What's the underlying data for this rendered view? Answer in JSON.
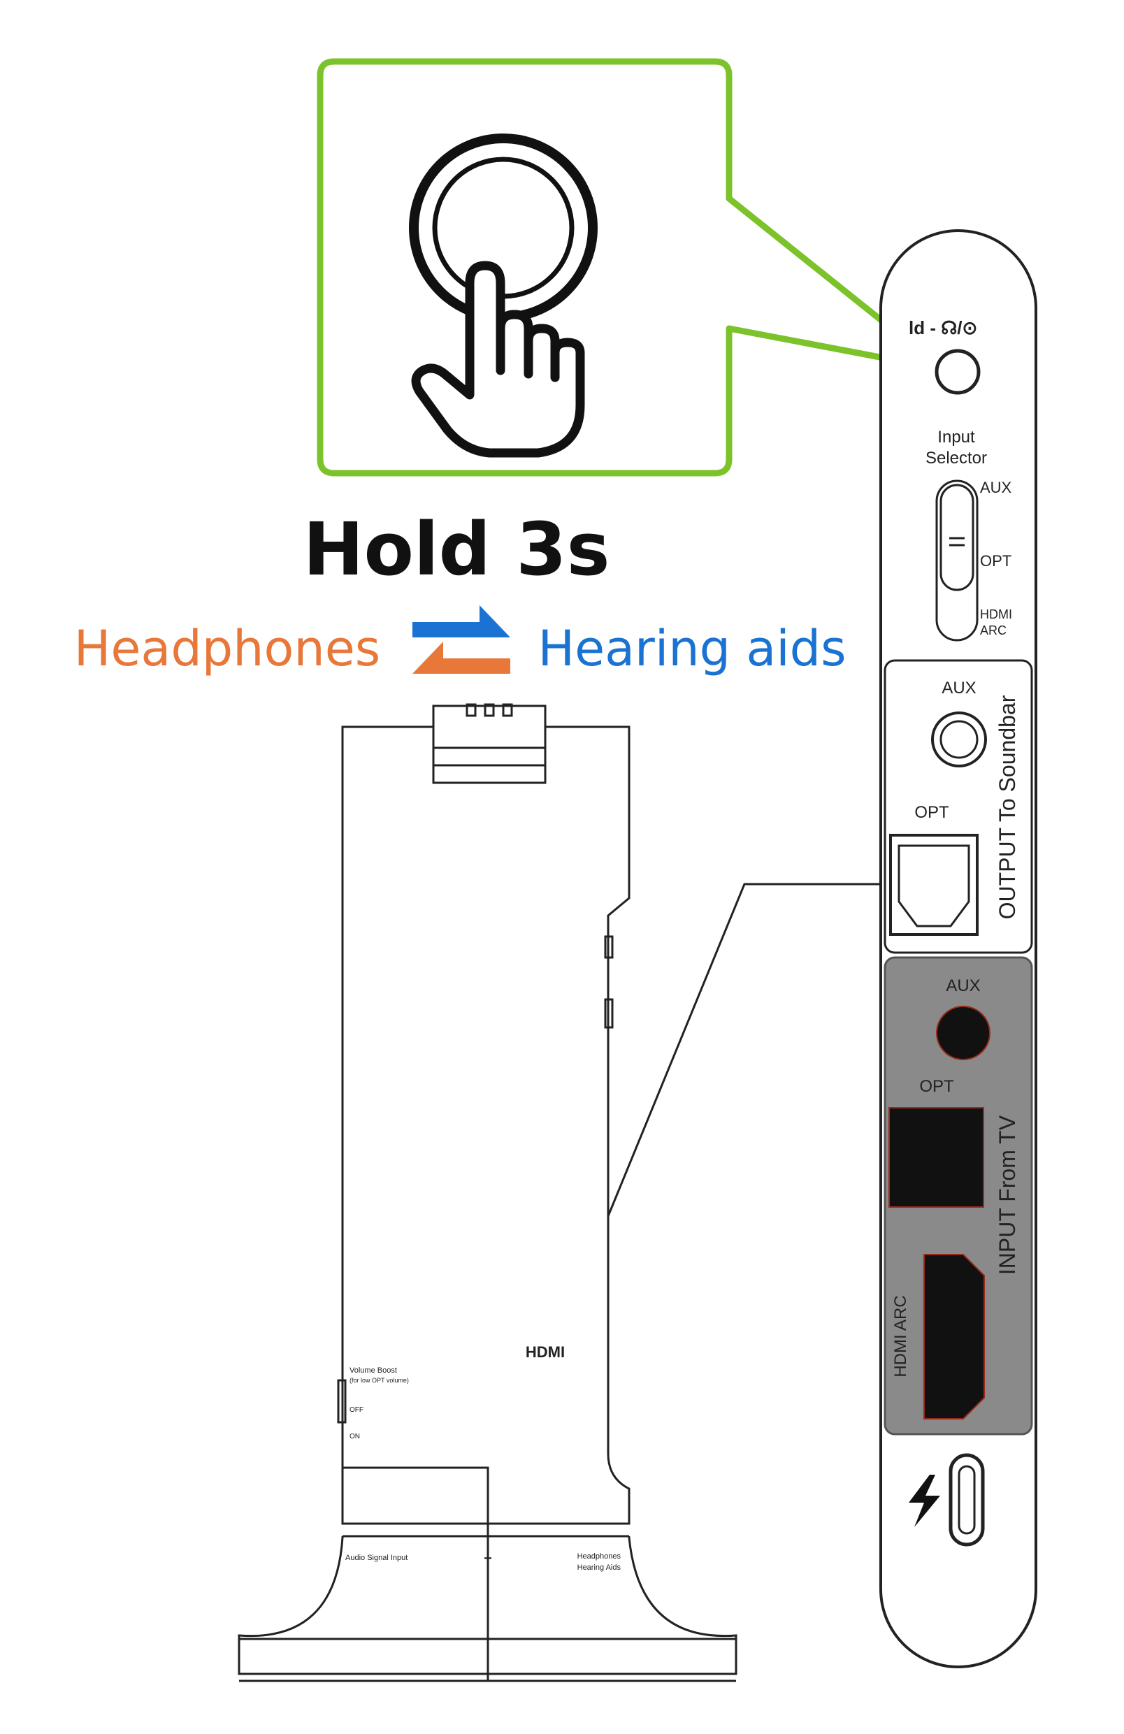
{
  "instruction": {
    "action": "Hold 3s",
    "mode_a": "Headphones",
    "mode_b": "Hearing aids",
    "mode_a_color": "#E8773A",
    "mode_b_color": "#1A73D2",
    "callout_border_color": "#7CC22A"
  },
  "panel": {
    "button_label": "ld - ☊/⊙",
    "input_selector": {
      "title_line1": "Input",
      "title_line2": "Selector",
      "positions": [
        "AUX",
        "OPT",
        "HDMI",
        "ARC"
      ]
    },
    "output_section": {
      "title": "OUTPUT To Soundbar",
      "aux_label": "AUX",
      "opt_label": "OPT"
    },
    "input_section": {
      "title": "INPUT From TV",
      "aux_label": "AUX",
      "opt_label": "OPT",
      "hdmi_label": "HDMI ARC",
      "background_color": "#8A8A8A"
    },
    "usb_c_icon": "charging-bolt-icon"
  },
  "device": {
    "hdmi_logo": "HDMI",
    "volume_boost": {
      "line1": "Volume Boost",
      "line2": "(for low OPT volume)",
      "off": "OFF",
      "on": "ON"
    },
    "bottom_labels": {
      "audio_input": "Audio Signal Input",
      "power_symbol": "+",
      "headphones": "Headphones",
      "hearing_aids": "Hearing Aids"
    }
  }
}
